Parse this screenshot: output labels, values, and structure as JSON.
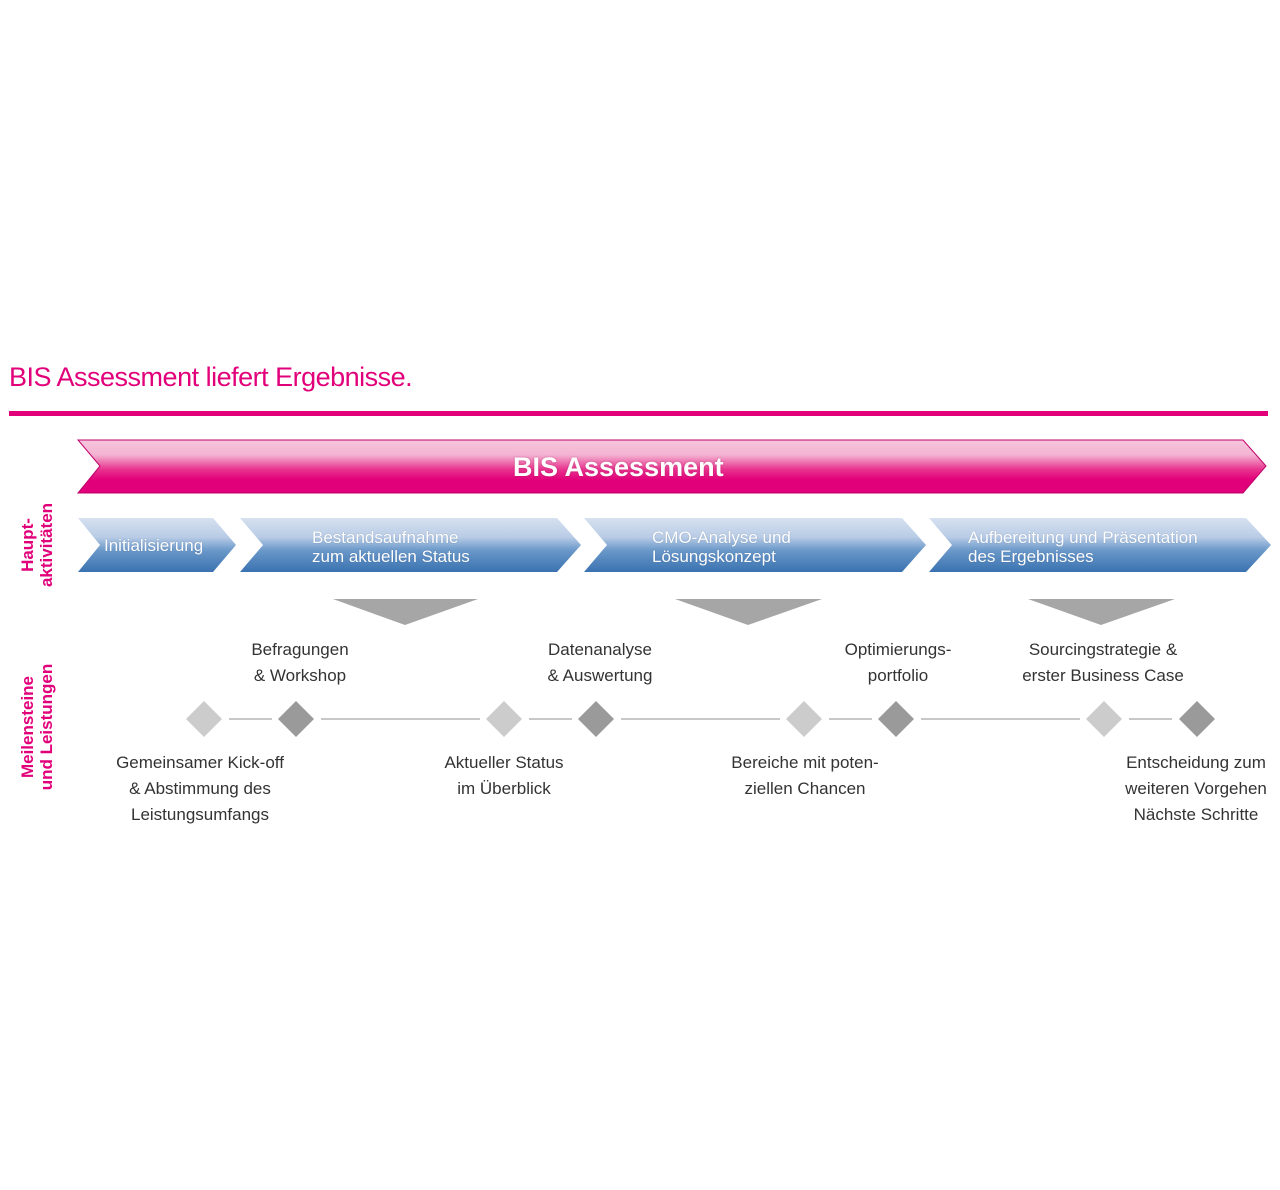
{
  "title": "BIS Assessment liefert Ergebnisse.",
  "colors": {
    "brand_magenta": "#e2007a",
    "phase_blue_top": "#cfdcee",
    "phase_blue_bottom": "#3f78b5",
    "arrow_gray": "#a6a6a6",
    "diamond_light": "#cccccc",
    "diamond_dark": "#9a9a9a",
    "text_dark": "#333333"
  },
  "main_bar": {
    "label": "BIS Assessment"
  },
  "row_labels": {
    "activities": [
      "Haupt-",
      "aktivitäten"
    ],
    "milestones": [
      "Meilensteine",
      "und Leistungen"
    ]
  },
  "phases": [
    {
      "lines": [
        "Initialisierung"
      ]
    },
    {
      "lines": [
        "Bestandsaufnahme",
        "zum aktuellen Status"
      ]
    },
    {
      "lines": [
        "CMO-Analyse und",
        "Lösungskonzept"
      ]
    },
    {
      "lines": [
        "Aufbereitung und Präsentation",
        "des Ergebnisses"
      ]
    }
  ],
  "milestones_top": [
    {
      "lines": [
        "Befragungen",
        "& Workshop"
      ]
    },
    {
      "lines": [
        "Datenanalyse",
        "& Auswertung"
      ]
    },
    {
      "lines": [
        "Optimierungs-",
        "portfolio"
      ]
    },
    {
      "lines": [
        "Sourcingstrategie &",
        "erster Business Case"
      ]
    }
  ],
  "milestones_bottom": [
    {
      "lines": [
        "Gemeinsamer Kick-off",
        "& Abstimmung des",
        "Leistungsumfangs"
      ]
    },
    {
      "lines": [
        "Aktueller Status",
        "im Überblick"
      ]
    },
    {
      "lines": [
        "Bereiche mit poten-",
        "ziellen Chancen"
      ]
    },
    {
      "lines": [
        "Entscheidung zum",
        "weiteren Vorgehen",
        "Nächste Schritte"
      ]
    }
  ]
}
